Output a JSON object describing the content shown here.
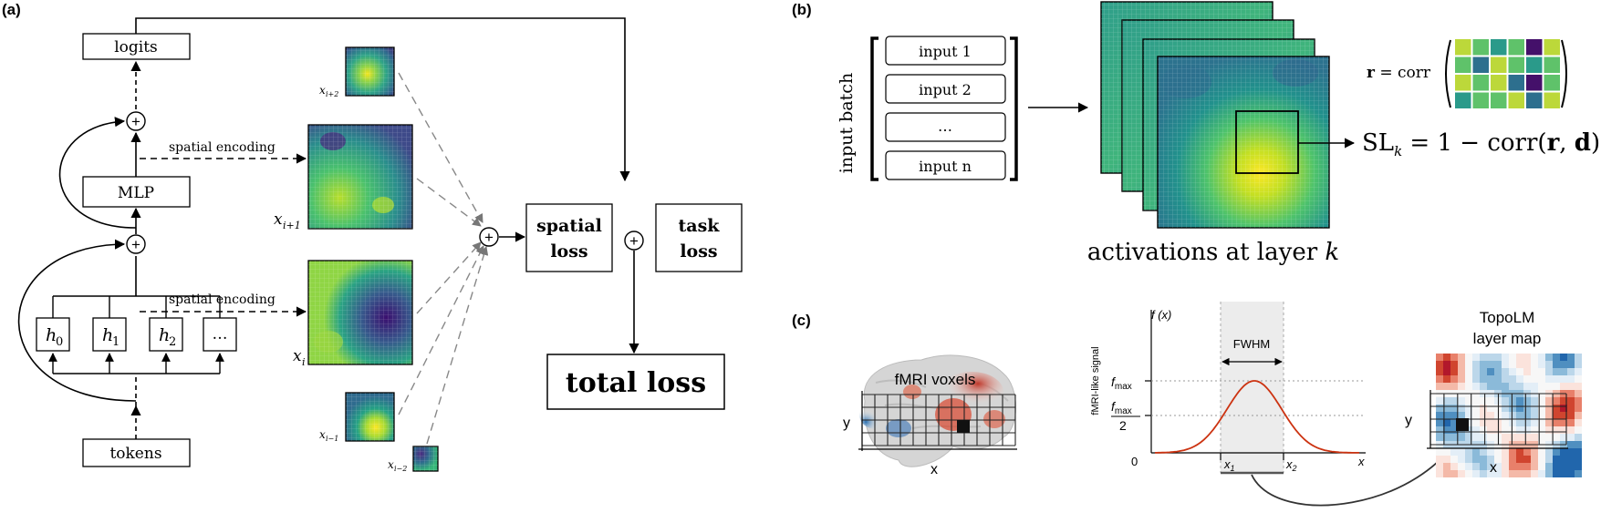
{
  "panels": {
    "a": "(a)",
    "b": "(b)",
    "c": "(c)"
  },
  "panel_a": {
    "logits": "logits",
    "mlp": "MLP",
    "tokens": "tokens",
    "spatial_encoding_top": "spatial encoding",
    "spatial_encoding_bottom": "spatial encoding",
    "heads": [
      {
        "base": "h",
        "sub": "0"
      },
      {
        "base": "h",
        "sub": "1"
      },
      {
        "base": "h",
        "sub": "2"
      },
      {
        "base": "…",
        "sub": ""
      }
    ],
    "maps": [
      {
        "base": "x",
        "sub": "i+2"
      },
      {
        "base": "x",
        "sub": "i+1"
      },
      {
        "base": "x",
        "sub": "i"
      },
      {
        "base": "x",
        "sub": "i−1"
      },
      {
        "base": "x",
        "sub": "i−2"
      }
    ],
    "spatial_loss": [
      "spatial",
      "loss"
    ],
    "task_loss": [
      "task",
      "loss"
    ],
    "total_loss": "total loss",
    "plus": "+"
  },
  "panel_b": {
    "input_batch_label": "input batch",
    "inputs": [
      "input 1",
      "input 2",
      "…",
      "input n"
    ],
    "activations_label": [
      "activations at layer ",
      "k"
    ],
    "r_corr": {
      "r": "r",
      "eq": " = corr"
    },
    "sl": {
      "lhs": "SL",
      "sub": "k",
      "rhs": " = 1 − corr(",
      "r": "r",
      "comma": ", ",
      "d": "d",
      "close": ")"
    },
    "matrix_colors": [
      [
        "#bcd83a",
        "#5fc26a",
        "#2a9a8a",
        "#5fc26a",
        "#44106a",
        "#bcd83a"
      ],
      [
        "#5fc26a",
        "#2d6f8e",
        "#bcd83a",
        "#5fc26a",
        "#2a9a8a",
        "#5fc26a"
      ],
      [
        "#bcd83a",
        "#5fc26a",
        "#bcd83a",
        "#2d6f8e",
        "#44106a",
        "#5fc26a"
      ],
      [
        "#2a9a8a",
        "#5fc26a",
        "#5fc26a",
        "#bcd83a",
        "#2d6f8e",
        "#bcd83a"
      ]
    ]
  },
  "panel_c": {
    "fmri_label": "fMRI voxels",
    "axis_y": "y",
    "axis_x": "x",
    "fx": "f (x)",
    "fwhm": "FWHM",
    "ylabel": "fMRI-like signal",
    "fmax": {
      "f": "f",
      "sub": "max"
    },
    "fmax_half": {
      "f": "f",
      "sub": "max",
      "den": "2"
    },
    "zero": "0",
    "x_axis": "x",
    "x1": {
      "base": "x",
      "sub": "1"
    },
    "x2": {
      "base": "x",
      "sub": "2"
    },
    "topolm_title": [
      "TopoLM",
      "layer map"
    ],
    "map_y": "y",
    "map_x": "x"
  },
  "colors": {
    "accent_red": "#cc3311",
    "dashed_gray": "#888888",
    "fwhm_band": "#eeeeee"
  }
}
